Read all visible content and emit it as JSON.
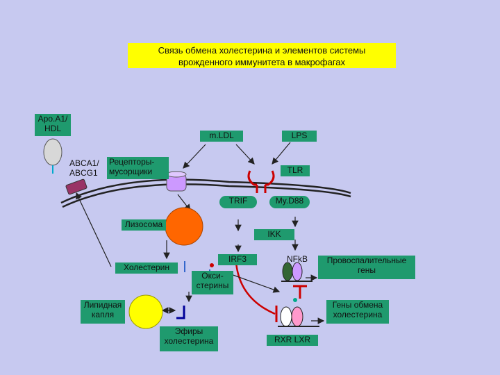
{
  "title": {
    "line1": "Связь обмена холестерина и элементов системы",
    "line2": "врожденного иммунитета в макрофагах"
  },
  "labels": {
    "apoa1_1": "Apo.A1/",
    "apoa1_2": "HDL",
    "abca1_1": "ABCA1/",
    "abca1_2": "ABCG1",
    "receptors_1": "Рецепторы-",
    "receptors_2": "мусорщики",
    "mldl": "m.LDL",
    "lps": "LPS",
    "tlr": "TLR",
    "trif": "TRIF",
    "myd88": "My.D88",
    "lysosome": "Лизосома",
    "ikk": "IKK",
    "irf3": "IRF3",
    "nfkb": "NFkB",
    "proinfl_1": "Провоспалительные",
    "proinfl_2": "гены",
    "cholesterol": "Холестерин",
    "oxysterols_1": "Окси-",
    "oxysterols_2": "стерины",
    "lipid_1": "Липидная",
    "lipid_2": "капля",
    "chol_genes_1": "Гены обмена",
    "chol_genes_2": "холестерина",
    "esters_1": "Эфиры",
    "esters_2": "холестерина",
    "rxr_lxr": "RXR LXR"
  },
  "colors": {
    "background": "#c7c9f0",
    "label_green": "#1f9a6e",
    "title_yellow": "#ffff00",
    "lysosome": "#ff6600",
    "lipid_droplet": "#ffff00",
    "inhibit_red": "#cc0000",
    "membrane": "#222222"
  }
}
